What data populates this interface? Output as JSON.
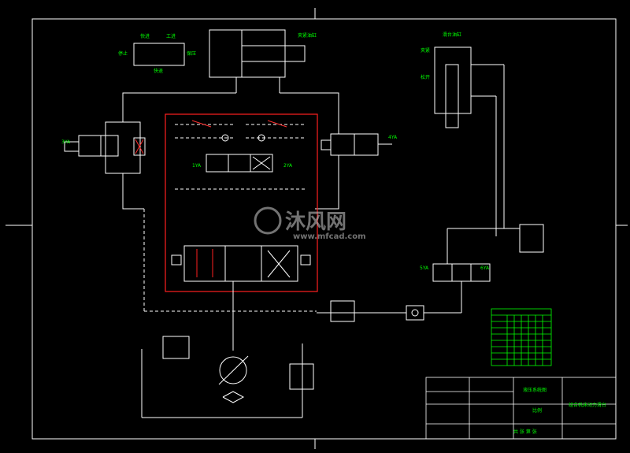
{
  "labels": {
    "clamp_cylinder": "夹紧油缸",
    "slide_cylinder": "滑台油缸",
    "fast_in": "快进",
    "work_in": "工进",
    "stop": "停止",
    "hold": "保压",
    "fast_back": "快退",
    "clamp": "夹紧",
    "release": "松开",
    "sol_1ya": "1YA",
    "sol_2ya": "2YA",
    "sol_3ya": "3YA",
    "sol_4ya": "4YA",
    "sol_5ya": "5YA",
    "sol_6ya": "6YA"
  },
  "watermark": {
    "cn": "沐风网",
    "url": "www.mfcad.com"
  },
  "title_block": {
    "drawing_title": "液压系统图",
    "project_title": "组合机床动力滑台",
    "scale_label": "比例",
    "sheet_label": "共  张  第  张"
  },
  "colors": {
    "line": "#ffffff",
    "label": "#00ff00",
    "highlight": "#ff0000",
    "background": "#000000"
  }
}
